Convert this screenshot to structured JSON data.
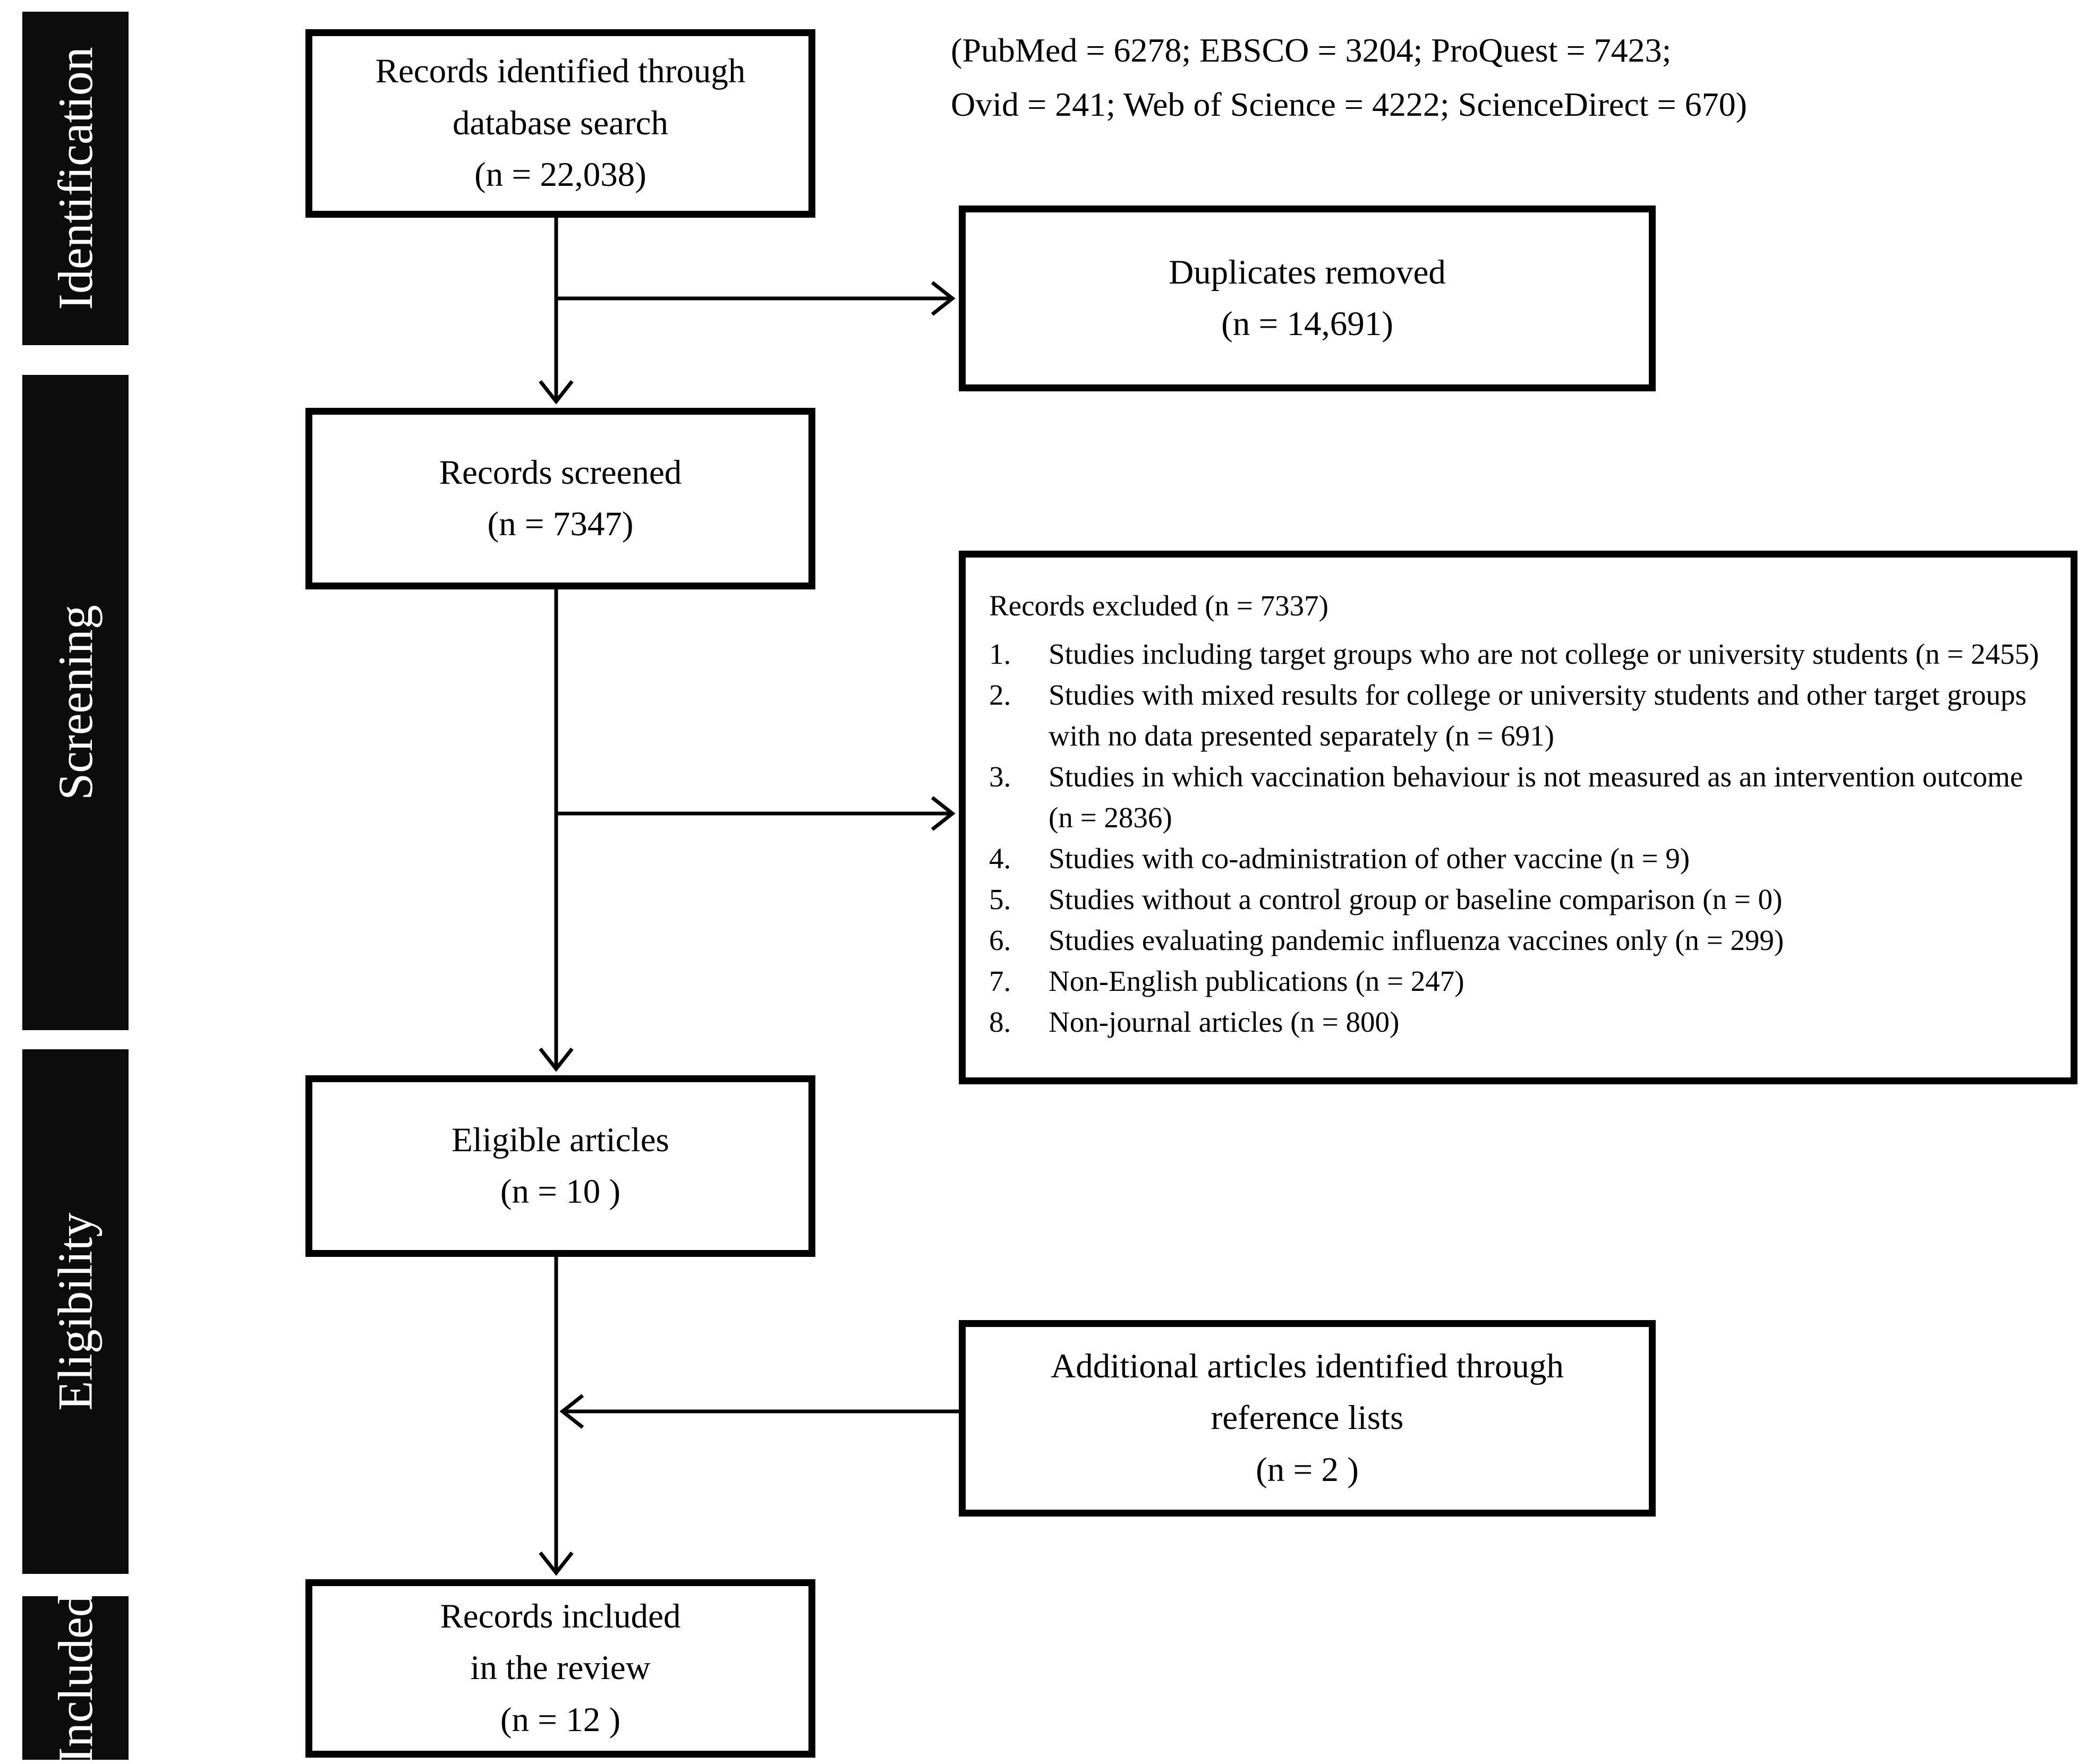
{
  "sidebar": {
    "labels": [
      {
        "label": "Identification"
      },
      {
        "label": "Screening"
      },
      {
        "label": "Eligibility"
      },
      {
        "label": "Included"
      }
    ]
  },
  "annotation": {
    "line1": "(PubMed = 6278; EBSCO = 3204; ProQuest = 7423;",
    "line2": "Ovid = 241; Web of Science = 4222; ScienceDirect = 670)"
  },
  "boxes": {
    "identified": {
      "lines": [
        "Records identified through",
        "database search",
        "(n = 22,038)"
      ]
    },
    "duplicates": {
      "lines": [
        "Duplicates removed",
        "(n = 14,691)"
      ]
    },
    "screened": {
      "lines": [
        "Records screened",
        "(n = 7347)"
      ]
    },
    "eligible": {
      "lines": [
        "Eligible articles",
        "(n = 10 )"
      ]
    },
    "additional": {
      "lines": [
        "Additional articles identified through",
        "reference lists",
        "(n = 2 )"
      ]
    },
    "included": {
      "lines": [
        "Records included",
        "in the review",
        "(n = 12 )"
      ]
    }
  },
  "excluded": {
    "heading": "Records excluded (n = 7337)",
    "items": [
      {
        "num": "1.",
        "text": "Studies including target groups who are not college or university students (n = 2455)"
      },
      {
        "num": "2.",
        "text": "Studies with mixed results for college or university students and other target groups with no data presented separately (n = 691)"
      },
      {
        "num": "3.",
        "text": "Studies in which vaccination behaviour is not measured as an intervention outcome (n = 2836)"
      },
      {
        "num": "4.",
        "text": "Studies with co-administration of other vaccine (n = 9)"
      },
      {
        "num": "5.",
        "text": "Studies without a control group or baseline comparison (n = 0)"
      },
      {
        "num": "6.",
        "text": "Studies evaluating pandemic influenza vaccines only (n = 299)"
      },
      {
        "num": "7.",
        "text": "Non-English publications (n = 247)"
      },
      {
        "num": "8.",
        "text": "Non-journal articles (n =  800)"
      }
    ]
  },
  "colors": {
    "ink": "#000000",
    "sidebar_bar": "#0c0c0c",
    "background": "#ffffff",
    "label_text": "#ffffff"
  }
}
